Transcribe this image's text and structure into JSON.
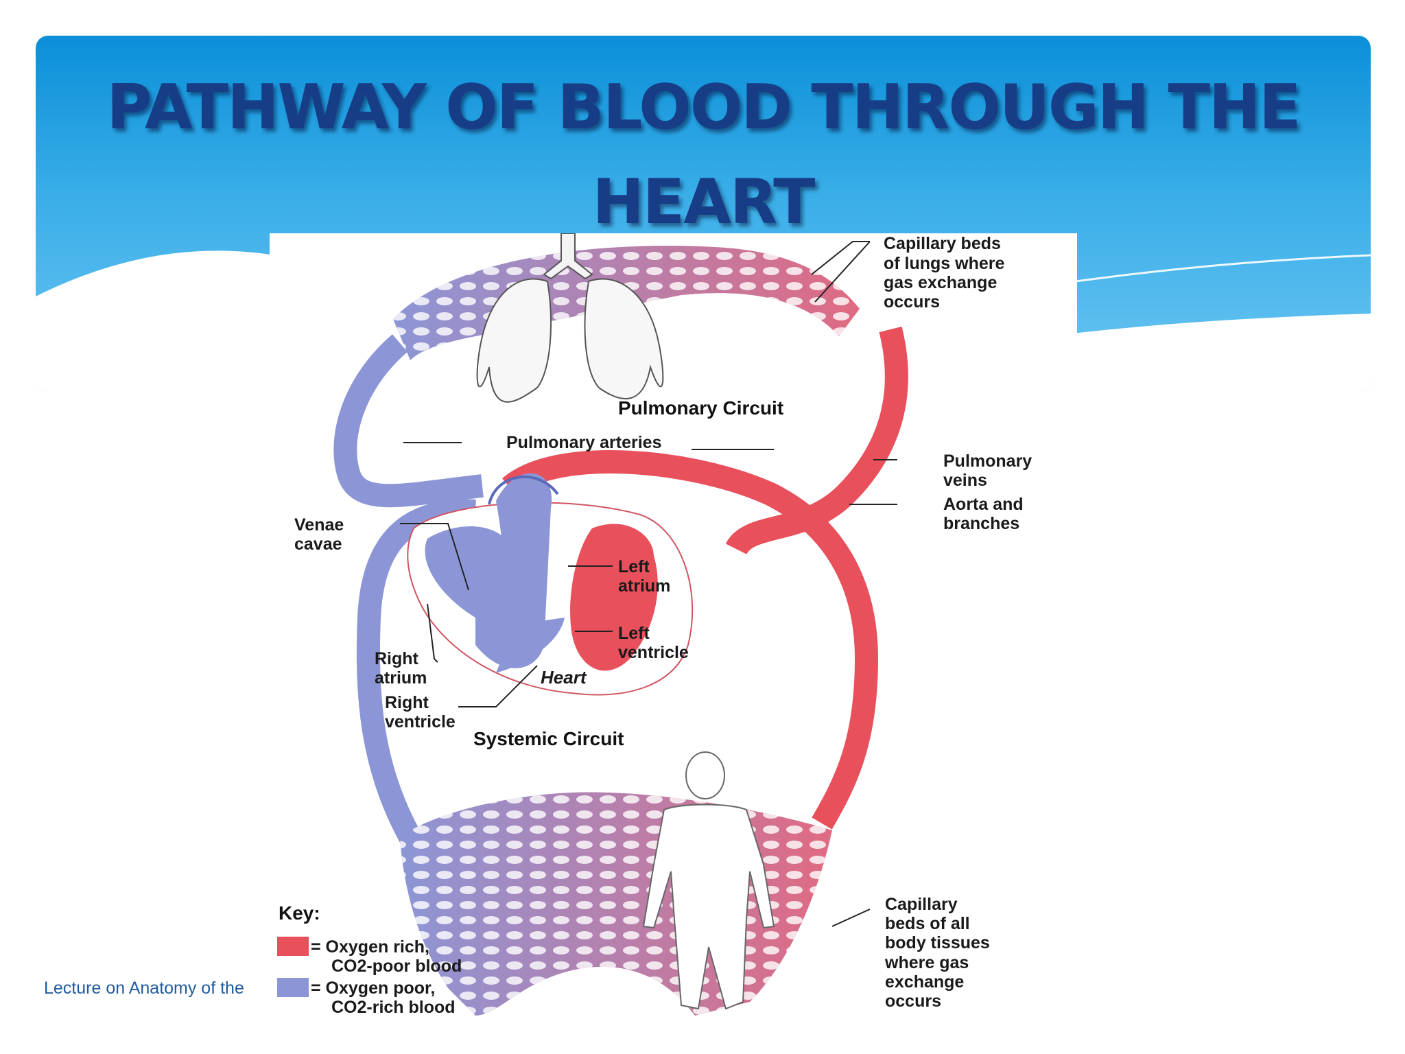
{
  "slide": {
    "title": "PATHWAY OF BLOOD THROUGH THE HEART",
    "footer": "Lecture on  Anatomy of the"
  },
  "colors": {
    "banner_top": "#0b8fd8",
    "title": "#173d86",
    "oxygen_rich": "#e8505b",
    "oxygen_poor": "#8c96d6"
  },
  "diagram": {
    "labels": {
      "capillary_lungs": [
        "Capillary beds",
        "of lungs where",
        "gas exchange",
        "occurs"
      ],
      "pulmonary_circuit": "Pulmonary Circuit",
      "pulmonary_arteries": "Pulmonary arteries",
      "pulmonary_veins": [
        "Pulmonary",
        "veins"
      ],
      "aorta": [
        "Aorta and",
        "branches"
      ],
      "venae_cavae": [
        "Venae",
        "cavae"
      ],
      "left_atrium": [
        "Left",
        "atrium"
      ],
      "left_ventricle": [
        "Left",
        "ventricle"
      ],
      "right_atrium": [
        "Right",
        "atrium"
      ],
      "right_ventricle": [
        "Right",
        "ventricle"
      ],
      "heart": "Heart",
      "systemic_circuit": "Systemic Circuit",
      "capillary_body": [
        "Capillary",
        "beds of all",
        "body tissues",
        "where gas",
        "exchange",
        "occurs"
      ]
    },
    "key": {
      "title": "Key:",
      "oxygen_rich": [
        "= Oxygen rich,",
        "CO2-poor blood"
      ],
      "oxygen_poor": [
        "= Oxygen poor,",
        "CO2-rich blood"
      ]
    }
  }
}
